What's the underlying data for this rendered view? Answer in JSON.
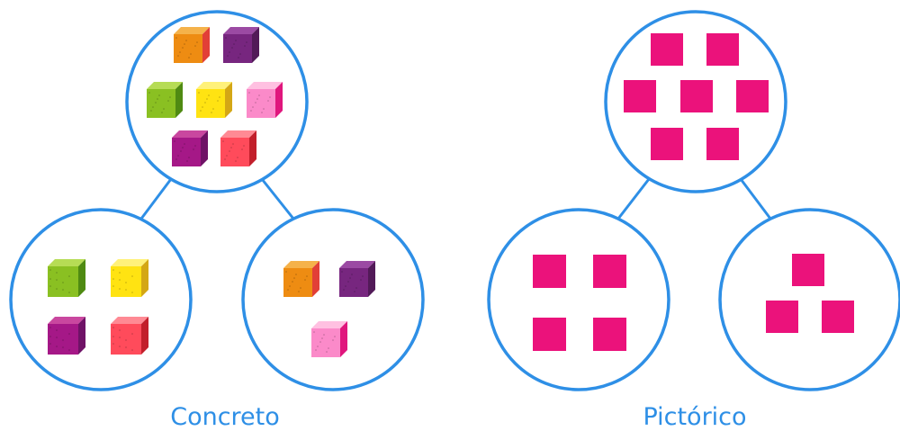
{
  "colors": {
    "circle_stroke": "#2e8fe6",
    "square": "#eb127b",
    "label": "#2e8fe6"
  },
  "concrete": {
    "label": "Concreto",
    "top_cubes": [
      {
        "face": "#ee8c12",
        "side": "#e23f37",
        "top": "#f5b24a"
      },
      {
        "face": "#77267f",
        "side": "#521a58",
        "top": "#9b4aa3"
      },
      {
        "face": "#8ac022",
        "side": "#4f8a12",
        "top": "#b6dc55"
      },
      {
        "face": "#ffe312",
        "side": "#d4a715",
        "top": "#fff17a"
      },
      {
        "face": "#fb8ac9",
        "side": "#e0167d",
        "top": "#ffc0e1"
      },
      {
        "face": "#a51887",
        "side": "#6f1266",
        "top": "#c9479f"
      },
      {
        "face": "#ff4b5b",
        "side": "#c21f2b",
        "top": "#ff8a94"
      }
    ],
    "left_cubes": [
      {
        "face": "#8ac022",
        "side": "#4f8a12",
        "top": "#b6dc55"
      },
      {
        "face": "#ffe312",
        "side": "#d4a715",
        "top": "#fff17a"
      },
      {
        "face": "#a51887",
        "side": "#6f1266",
        "top": "#c9479f"
      },
      {
        "face": "#ff4b5b",
        "side": "#c21f2b",
        "top": "#ff8a94"
      }
    ],
    "right_cubes": [
      {
        "face": "#ee8c12",
        "side": "#e23f37",
        "top": "#f5b24a"
      },
      {
        "face": "#77267f",
        "side": "#521a58",
        "top": "#9b4aa3"
      },
      {
        "face": "#fb8ac9",
        "side": "#e0167d",
        "top": "#ffc0e1"
      }
    ]
  },
  "pictorial": {
    "label": "Pictórico",
    "top_squares": 7,
    "left_squares": 4,
    "right_squares": 3
  }
}
